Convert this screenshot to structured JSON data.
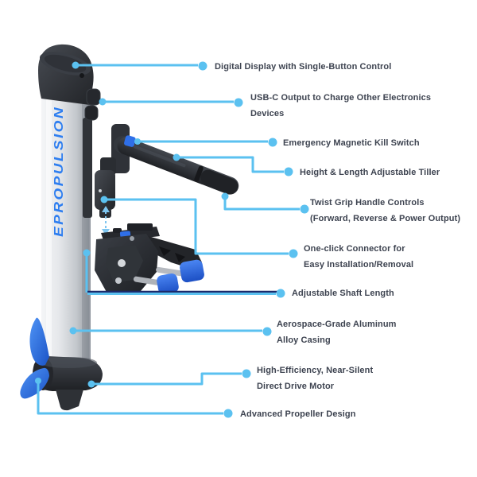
{
  "product": {
    "name": "electric-outboard-motor",
    "brand_text": "EPROPULSION"
  },
  "colors": {
    "callout_line": "#5BC1F0",
    "callout_line_dark": "#1C2A6B",
    "label_text": "#3D4350",
    "brand_blue": "#2E7EF0",
    "accent_blue_parts": "#2F6FE8",
    "body_dark": "#2B2E33",
    "shaft_silver": "#D6D9DD",
    "background": "#FFFFFF"
  },
  "callouts": [
    {
      "id": "digital-display",
      "lines": [
        "Digital Display with Single-Button Control"
      ]
    },
    {
      "id": "usb-c-output",
      "lines": [
        "USB-C Output to Charge Other Electronics",
        "Devices"
      ]
    },
    {
      "id": "kill-switch",
      "lines": [
        "Emergency Magnetic Kill Switch"
      ]
    },
    {
      "id": "tiller",
      "lines": [
        "Height & Length Adjustable Tiller"
      ]
    },
    {
      "id": "twist-grip",
      "lines": [
        "Twist Grip Handle Controls",
        "(Forward, Reverse & Power Output)"
      ]
    },
    {
      "id": "one-click",
      "lines": [
        "One-click Connector for",
        "Easy Installation/Removal"
      ]
    },
    {
      "id": "shaft-length",
      "lines": [
        "Adjustable Shaft Length"
      ]
    },
    {
      "id": "casing",
      "lines": [
        "Aerospace-Grade Aluminum",
        "Alloy Casing"
      ]
    },
    {
      "id": "drive-motor",
      "lines": [
        "High-Efficiency, Near-Silent",
        "Direct Drive Motor"
      ]
    },
    {
      "id": "propeller",
      "lines": [
        "Advanced Propeller Design"
      ]
    }
  ]
}
